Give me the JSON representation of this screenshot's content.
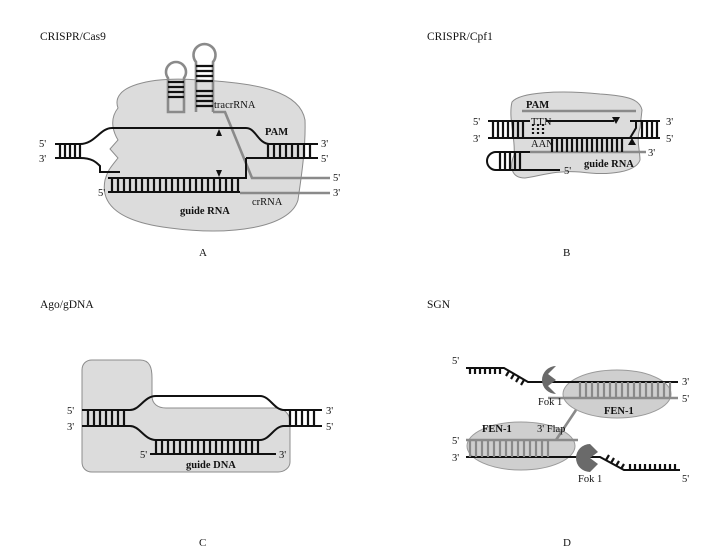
{
  "panels": {
    "a": {
      "title": "CRISPR/Cas9",
      "caption": "A",
      "labels": {
        "tracr": "tracrRNA",
        "pam": "PAM",
        "guide": "guide RNA",
        "cr": "crRNA"
      },
      "ends": {
        "left_top": "5'",
        "left_bottom": "3'",
        "right_top": "3'",
        "right_bottom": "5'",
        "cr_top": "5'",
        "cr_bottom": "3'",
        "guide_start": "5'"
      }
    },
    "b": {
      "title": "CRISPR/Cpf1",
      "caption": "B",
      "labels": {
        "pam": "PAM",
        "ttn": "TTN",
        "aan": "AAN",
        "guide": "guide RNA"
      },
      "ends": {
        "left_top": "5'",
        "left_bottom": "3'",
        "right_top": "3'",
        "right_bottom": "5'",
        "guide_end": "3'",
        "hairpin_end": "5'"
      }
    },
    "c": {
      "title": "Ago/gDNA",
      "caption": "C",
      "labels": {
        "guide": "guide DNA"
      },
      "ends": {
        "left_top": "5'",
        "left_bottom": "3'",
        "right_top": "3'",
        "right_bottom": "5'",
        "guide_start": "5'",
        "guide_end": "3'"
      }
    },
    "d": {
      "title": "SGN",
      "caption": "D",
      "labels": {
        "fok_top": "Fok 1",
        "fen_top": "FEN-1",
        "fen_bottom": "FEN-1",
        "flap": "3' Flap",
        "fok_bottom": "Fok 1"
      },
      "ends": {
        "top_left": "5'",
        "top_right": "3'",
        "top_right_gray": "5'",
        "bottom_left_gray": "5'",
        "bottom_left": "3'",
        "bottom_right": "5'"
      }
    }
  },
  "colors": {
    "ink": "#111111",
    "protein": "#dcdcdc",
    "rna": "#8a8a8a",
    "fok": "#6a6a6a"
  }
}
